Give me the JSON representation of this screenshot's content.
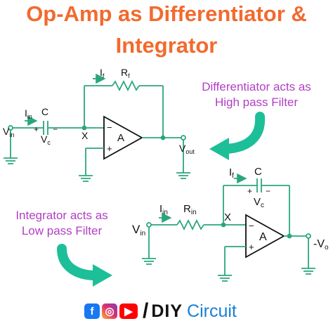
{
  "title": {
    "line1": "Op-Amp as Differentiator &",
    "line2": "Integrator"
  },
  "notes": {
    "differentiator_line1": "Differentiator acts as",
    "differentiator_line2": "High pass Filter",
    "integrator_line1": "Integrator acts as",
    "integrator_line2": "Low pass Filter"
  },
  "differentiator": {
    "i_f": "I",
    "i_f_sub": "f",
    "r_f": "R",
    "r_f_sub": "f",
    "i_in": "I",
    "i_in_sub": "in",
    "cap": "C",
    "v_c": "V",
    "v_c_sub": "c",
    "v_in": "V",
    "v_in_sub": "in",
    "node_x": "X",
    "opamp": "A",
    "minus": "−",
    "plus": "+",
    "v_out": "V",
    "v_out_sub": "out"
  },
  "integrator": {
    "i_f": "I",
    "i_f_sub": "f",
    "cap": "C",
    "v_c": "V",
    "v_c_sub": "c",
    "i_in": "I",
    "i_in_sub": "in",
    "r_in": "R",
    "r_in_sub": "in",
    "v_in": "V",
    "v_in_sub": "in",
    "node_x": "X",
    "opamp": "A",
    "minus": "−",
    "plus": "+",
    "v_out": "-V",
    "v_out_sub": "o"
  },
  "footer": {
    "fb": "f",
    "ig": "◎",
    "yt": "▶",
    "slash": "/",
    "brand_diy": "DIY",
    "brand_circuit": "Circuit"
  },
  "colors": {
    "title": "#f26a2e",
    "note": "#b13fc4",
    "arrow": "#1dbf98",
    "wire": "#2aa67e",
    "ink": "#111111"
  }
}
